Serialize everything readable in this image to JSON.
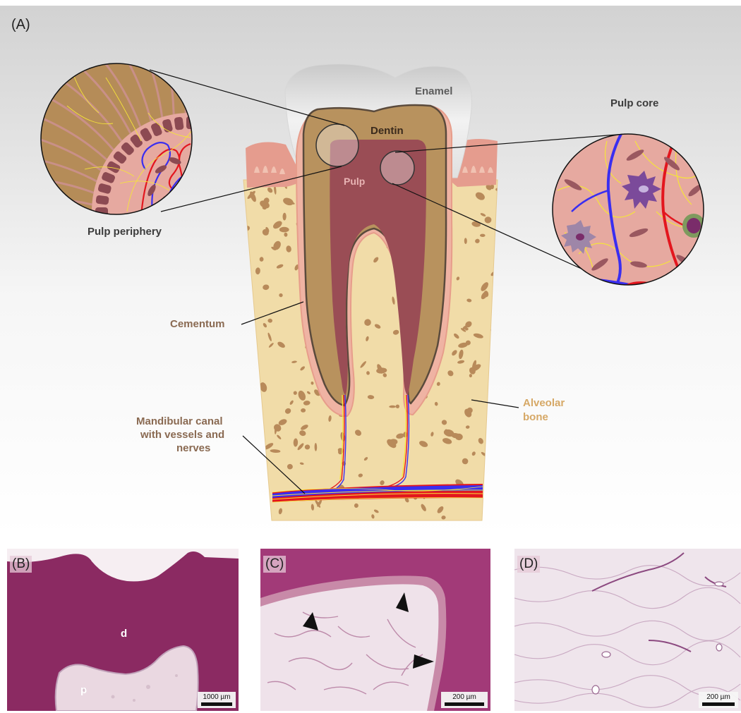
{
  "panel_a": {
    "letter": "(A)",
    "labels": {
      "enamel": "Enamel",
      "dentin": "Dentin",
      "pulp": "Pulp",
      "pulp_core": "Pulp core",
      "pulp_periphery": "Pulp periphery",
      "cementum": "Cementum",
      "mandibular_canal_line1": "Mandibular canal",
      "mandibular_canal_line2": "with vessels and",
      "mandibular_canal_line3": "nerves",
      "alveolar_line1": "Alveolar",
      "alveolar_line2": "bone"
    },
    "colors": {
      "enamel": "#e4e4e4",
      "dentin": "#b8925e",
      "pulp": "#9a4d55",
      "gingiva": "#e59c8e",
      "bone": "#f1dca8",
      "bone_spots": "#b88a5a",
      "artery": "#e3161e",
      "vein": "#3a2ef0",
      "nerve": "#f5e43a"
    }
  },
  "panel_b": {
    "letter": "(B)",
    "label_d": "d",
    "label_p": "p",
    "scale": "1000 µm"
  },
  "panel_c": {
    "letter": "(C)",
    "scale": "200 µm"
  },
  "panel_d": {
    "letter": "(D)",
    "scale": "200 µm"
  }
}
